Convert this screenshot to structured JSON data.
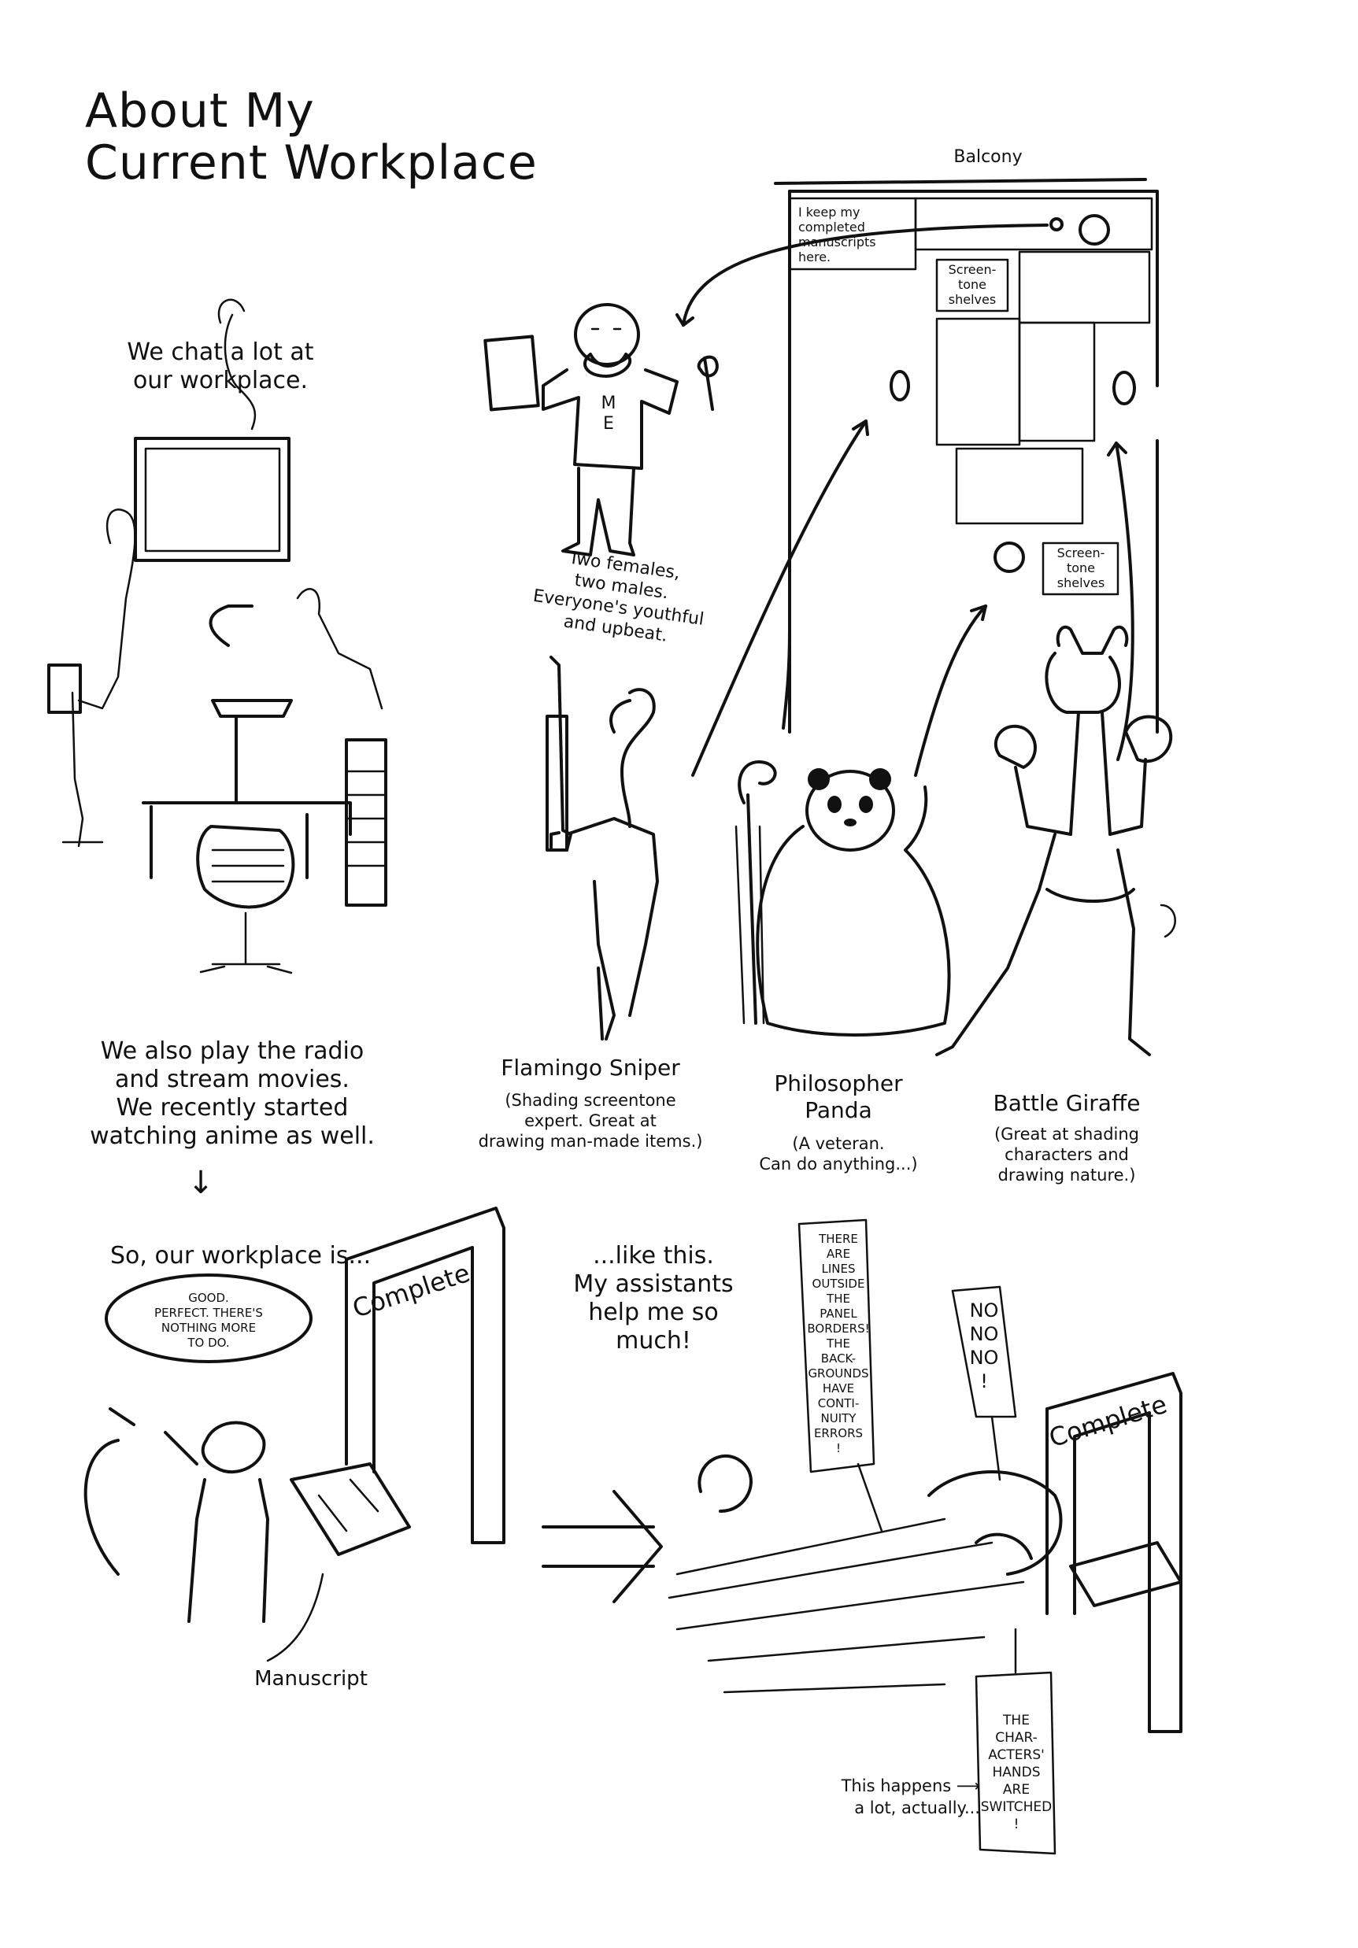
{
  "title": "About My\nCurrent Workplace",
  "intro": {
    "chat": "We chat a lot at\nour workplace.",
    "radio": "We also play the radio\nand stream movies.\nWe recently started\nwatching anime as well.",
    "down_arrow": "↓"
  },
  "floorplan": {
    "balcony": "Balcony",
    "manuscripts_note": "I keep my\ncompleted\nmanuscripts\nhere.",
    "shelves_top": "Screen-\ntone\nshelves",
    "shelves_bottom": "Screen-\ntone\nshelves"
  },
  "me": {
    "shirt": "M\nE",
    "caption": "Two females,\ntwo males.\nEveryone's youthful\nand upbeat."
  },
  "assistants": [
    {
      "name": "Flamingo Sniper",
      "desc": "(Shading screentone\nexpert. Great at\ndrawing man-made items.)"
    },
    {
      "name": "Philosopher\nPanda",
      "desc": "(A veteran.\nCan do anything...)"
    },
    {
      "name": "Battle Giraffe",
      "desc": "(Great at shading\ncharacters and\ndrawing nature.)"
    }
  ],
  "bottom": {
    "so": "So, our workplace is...",
    "like_this": "...like this.\nMy assistants\nhelp me so\nmuch!",
    "good_bubble": "GOOD.\nPERFECT. THERE'S\nNOTHING MORE\nTO DO.",
    "complete_left": "Complete",
    "complete_right": "Complete",
    "manuscript": "Manuscript",
    "lines_bubble": "THERE\nARE\nLINES\nOUTSIDE\nTHE\nPANEL\nBORDERS!\nTHE\nBACK-\nGROUNDS\nHAVE\nCONTI-\nNUITY\nERRORS\n!",
    "nonono_bubble": "NO\nNO\nNO\n!",
    "hands_bubble": "THE\nCHAR-\nACTERS'\nHANDS\nARE\nSWITCHED\n!",
    "happens": "This happens ⟶\na lot, actually..."
  }
}
